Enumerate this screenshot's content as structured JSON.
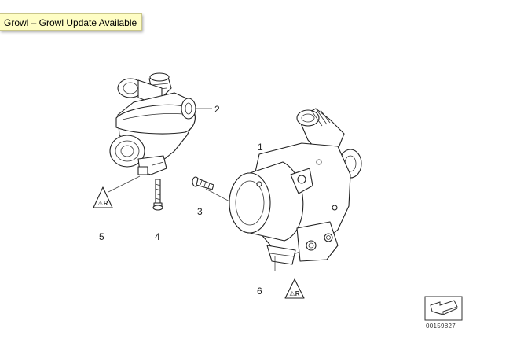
{
  "notification": {
    "text": "Growl – Growl Update Available"
  },
  "diagram": {
    "callouts": [
      "1",
      "2",
      "3",
      "4",
      "5",
      "6"
    ],
    "reference_number": "00159827",
    "warning_symbol_text": "⚠R"
  }
}
